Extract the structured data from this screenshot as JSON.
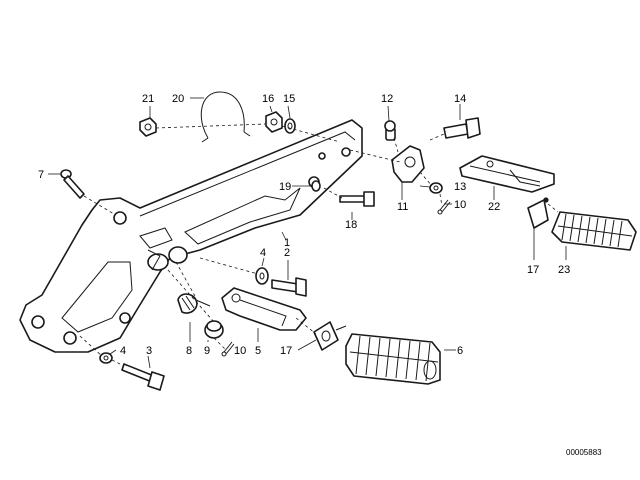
{
  "diagram": {
    "reference": "00005883",
    "callouts": [
      {
        "id": "c21",
        "text": "21"
      },
      {
        "id": "c20",
        "text": "20"
      },
      {
        "id": "c16",
        "text": "16"
      },
      {
        "id": "c15",
        "text": "15"
      },
      {
        "id": "c12",
        "text": "12"
      },
      {
        "id": "c14",
        "text": "14"
      },
      {
        "id": "c7",
        "text": "7"
      },
      {
        "id": "c19",
        "text": "19"
      },
      {
        "id": "c13",
        "text": "13"
      },
      {
        "id": "c10a",
        "text": "10"
      },
      {
        "id": "c11",
        "text": "11"
      },
      {
        "id": "c22",
        "text": "22"
      },
      {
        "id": "c18",
        "text": "18"
      },
      {
        "id": "c1",
        "text": "1"
      },
      {
        "id": "c4a",
        "text": "4"
      },
      {
        "id": "c2",
        "text": "2"
      },
      {
        "id": "c17a",
        "text": "17"
      },
      {
        "id": "c23",
        "text": "23"
      },
      {
        "id": "c8",
        "text": "8"
      },
      {
        "id": "c9",
        "text": "9"
      },
      {
        "id": "c10b",
        "text": "10"
      },
      {
        "id": "c5",
        "text": "5"
      },
      {
        "id": "c17b",
        "text": "17"
      },
      {
        "id": "c6",
        "text": "6"
      },
      {
        "id": "c4b",
        "text": "4"
      },
      {
        "id": "c3",
        "text": "3"
      }
    ]
  }
}
